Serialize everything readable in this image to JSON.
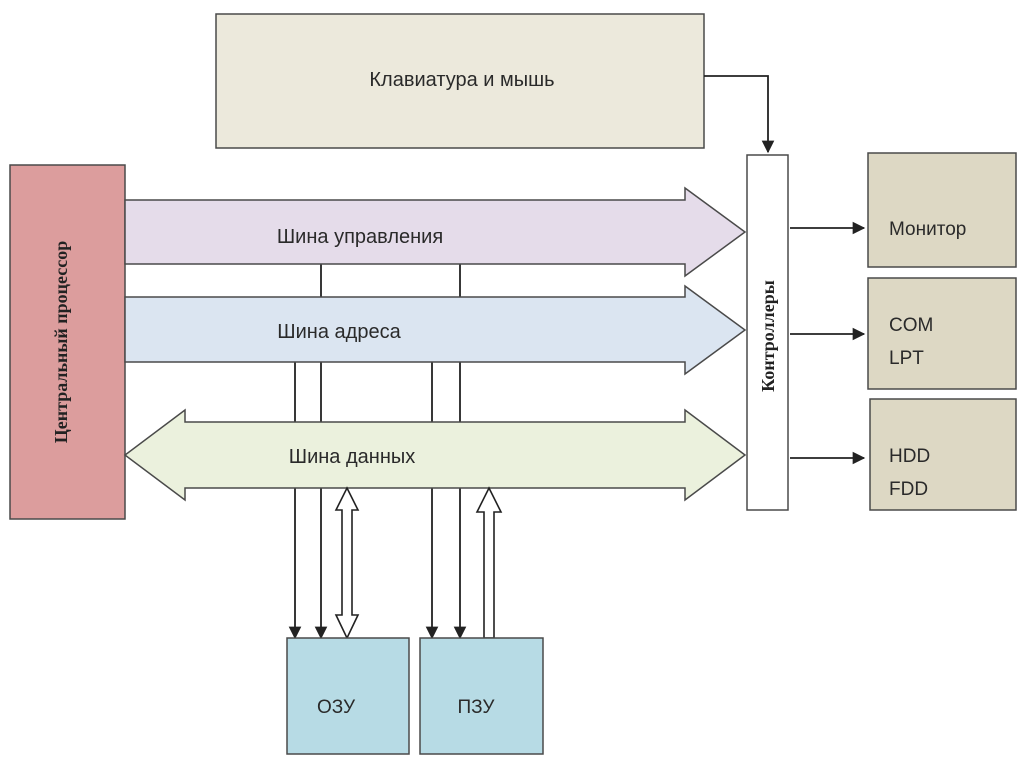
{
  "blocks": {
    "keyboard": {
      "label": "Клавиатура  и мышь",
      "fill": "#ece9dc"
    },
    "cpu": {
      "label": "Центральный процессор",
      "fill": "#dc9d9d"
    },
    "controllers": {
      "label": "Контроллеры",
      "fill": "#ffffff"
    },
    "monitor": {
      "label": "Монитор",
      "fill": "#ddd8c4"
    },
    "ports": {
      "line1": "COM",
      "line2": "LPT",
      "fill": "#ddd8c4"
    },
    "drives": {
      "line1": "HDD",
      "line2": "FDD",
      "fill": "#ddd8c4"
    },
    "ram": {
      "label": "ОЗУ",
      "fill": "#b7dbe5"
    },
    "rom": {
      "label": "ПЗУ",
      "fill": "#b7dbe5"
    }
  },
  "buses": {
    "control": {
      "label": "Шина управления",
      "fill": "#e5dcea"
    },
    "address": {
      "label": "Шина адреса",
      "fill": "#dbe5f1"
    },
    "data": {
      "label": "Шина данных",
      "fill": "#ebf1dd"
    }
  },
  "colors": {
    "outline": "#4a4a4a",
    "connector": "#222222"
  }
}
